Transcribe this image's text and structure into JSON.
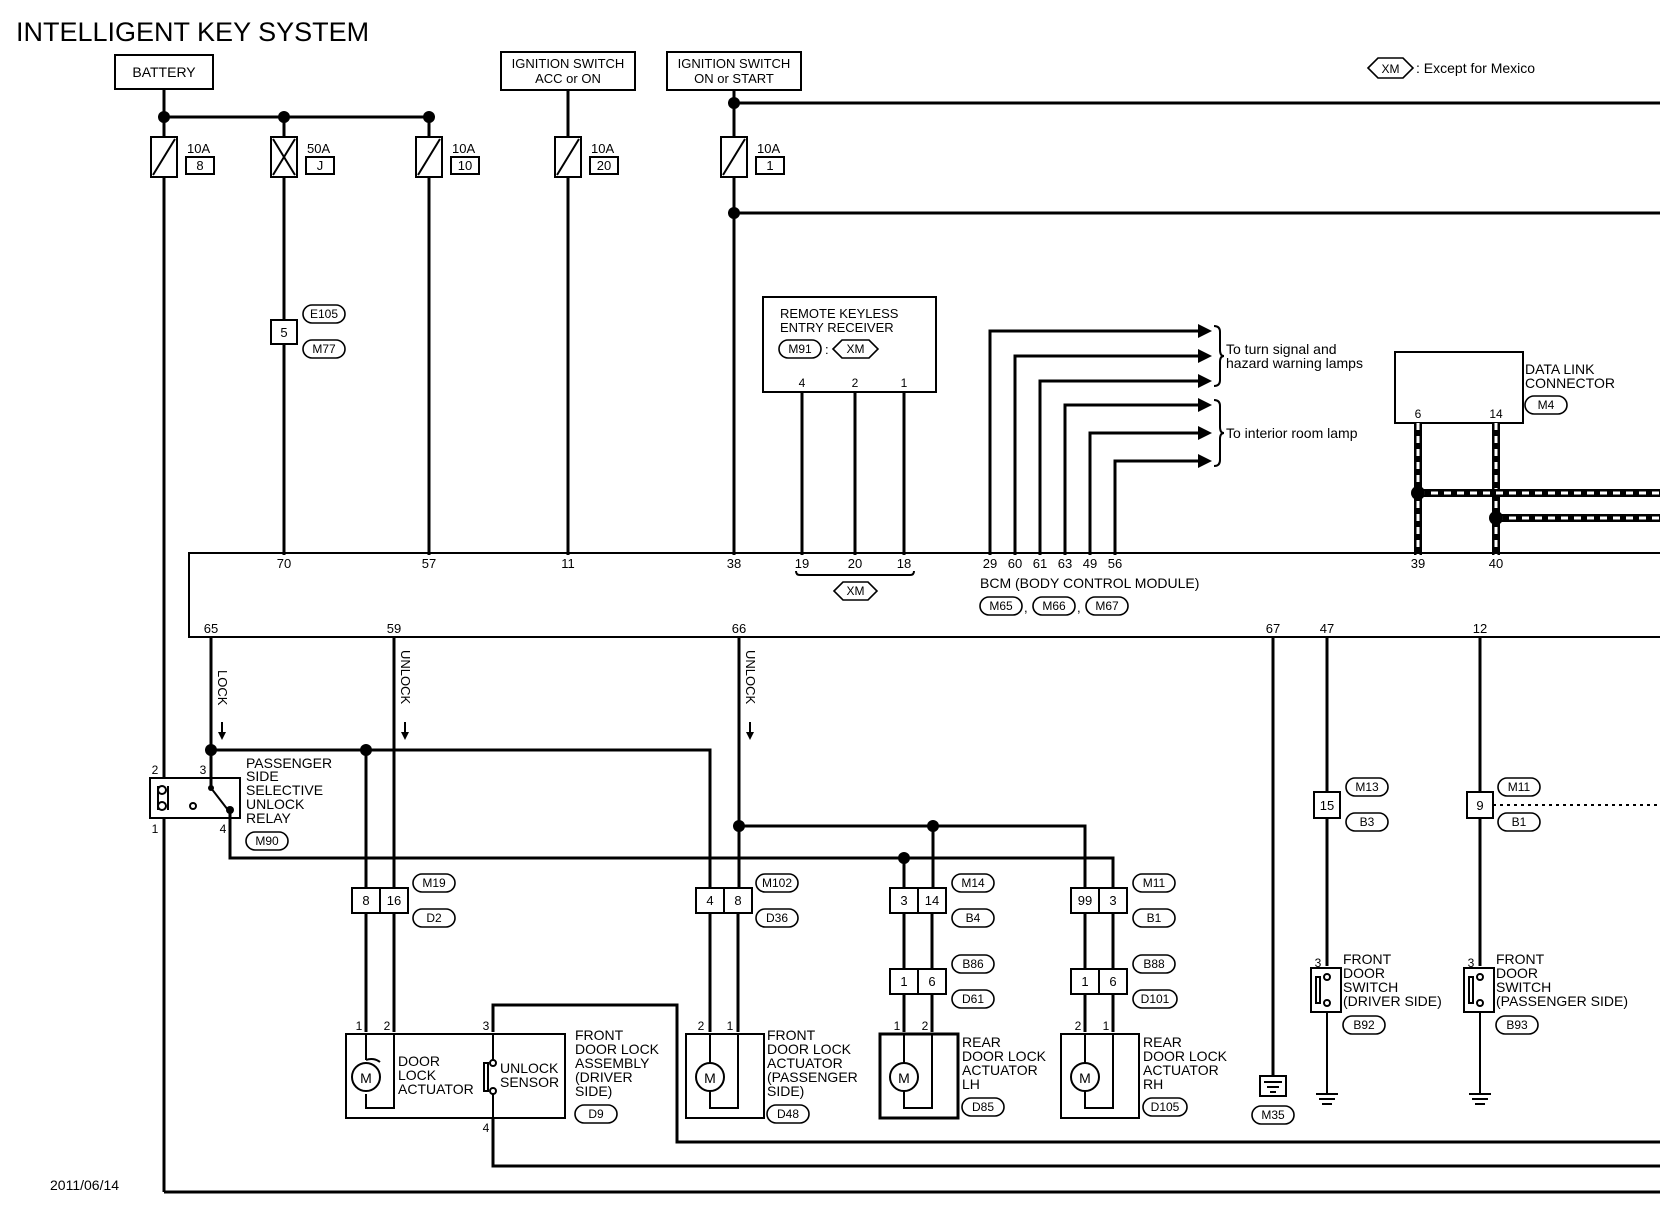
{
  "title": "INTELLIGENT KEY SYSTEM",
  "date": "2011/06/14",
  "legend": {
    "code": "XM",
    "text": ": Except for Mexico"
  },
  "power": {
    "battery": "BATTERY",
    "ign_acc": [
      "IGNITION SWITCH",
      "ACC or ON"
    ],
    "ign_on": [
      "IGNITION SWITCH",
      "ON or START"
    ]
  },
  "fuses": [
    {
      "rating": "10A",
      "no": "8"
    },
    {
      "rating": "50A",
      "no": "J"
    },
    {
      "rating": "10A",
      "no": "10"
    },
    {
      "rating": "10A",
      "no": "20"
    },
    {
      "rating": "10A",
      "no": "1"
    }
  ],
  "fusible_connector": {
    "pin": "5",
    "conn_top": "E105",
    "conn_bottom": "M77"
  },
  "rke_receiver": {
    "name": [
      "REMOTE KEYLESS",
      "ENTRY RECEIVER"
    ],
    "connector": "M91",
    "tag": "XM",
    "pins": [
      "4",
      "2",
      "1"
    ]
  },
  "bcm": {
    "name": "BCM (BODY CONTROL MODULE)",
    "connectors": [
      "M65",
      "M66",
      "M67"
    ],
    "sep": ",",
    "tag": "XM",
    "top_pins": [
      "70",
      "57",
      "11",
      "38",
      "19",
      "20",
      "18",
      "29",
      "60",
      "61",
      "63",
      "49",
      "56",
      "39",
      "40"
    ],
    "bottom_pins": [
      "65",
      "59",
      "66",
      "67",
      "47",
      "12"
    ]
  },
  "outputs": {
    "turn_signal": [
      "To turn signal and",
      "hazard warning lamps"
    ],
    "interior": "To interior room lamp"
  },
  "dlc": {
    "name": [
      "DATA LINK",
      "CONNECTOR"
    ],
    "connector": "M4",
    "pins": [
      "6",
      "14"
    ]
  },
  "relay": {
    "name": [
      "PASSENGER",
      "SIDE",
      "SELECTIVE",
      "UNLOCK",
      "RELAY"
    ],
    "connector": "M90",
    "pins": [
      "2",
      "3",
      "1",
      "4"
    ]
  },
  "wire_labels": {
    "lock": "LOCK",
    "unlock": "UNLOCK"
  },
  "connectors": [
    {
      "pins": [
        "8",
        "16"
      ],
      "top": "M19",
      "bottom": "D2"
    },
    {
      "pins": [
        "4",
        "8"
      ],
      "top": "M102",
      "bottom": "D36"
    },
    {
      "pins": [
        "3",
        "14"
      ],
      "top": "M14",
      "bottom": "B4"
    },
    {
      "pins": [
        "99",
        "3"
      ],
      "top": "M11",
      "bottom": "B1"
    },
    {
      "pins": [
        "1",
        "6"
      ],
      "top": "B86",
      "bottom": "D61"
    },
    {
      "pins": [
        "1",
        "6"
      ],
      "top": "B88",
      "bottom": "D101"
    },
    {
      "pins": [
        "15"
      ],
      "top": "M13",
      "bottom": "B3"
    },
    {
      "pins": [
        "9"
      ],
      "top": "M11",
      "bottom": "B1"
    }
  ],
  "front_driver": {
    "actuator_label": [
      "DOOR",
      "LOCK",
      "ACTUATOR"
    ],
    "sensor_label": [
      "UNLOCK",
      "SENSOR"
    ],
    "name": [
      "FRONT",
      "DOOR LOCK",
      "ASSEMBLY",
      "(DRIVER",
      "SIDE)"
    ],
    "connector": "D9",
    "pins": [
      "1",
      "2",
      "3",
      "4"
    ]
  },
  "front_passenger": {
    "name": [
      "FRONT",
      "DOOR LOCK",
      "ACTUATOR",
      "(PASSENGER",
      "SIDE)"
    ],
    "connector": "D48",
    "pins": [
      "2",
      "1"
    ]
  },
  "rear_lh": {
    "name": [
      "REAR",
      "DOOR LOCK",
      "ACTUATOR",
      "LH"
    ],
    "connector": "D85",
    "pins": [
      "1",
      "2"
    ]
  },
  "rear_rh": {
    "name": [
      "REAR",
      "DOOR LOCK",
      "ACTUATOR",
      "RH"
    ],
    "connector": "D105",
    "pins": [
      "2",
      "1"
    ]
  },
  "motor_symbol": "M",
  "ground_connector": "M35",
  "door_switch_driver": {
    "name": [
      "FRONT",
      "DOOR",
      "SWITCH",
      "(DRIVER SIDE)"
    ],
    "connector": "B92",
    "pin": "3"
  },
  "door_switch_passenger": {
    "name": [
      "FRONT",
      "DOOR",
      "SWITCH",
      "(PASSENGER SIDE)"
    ],
    "connector": "B93",
    "pin": "3"
  }
}
